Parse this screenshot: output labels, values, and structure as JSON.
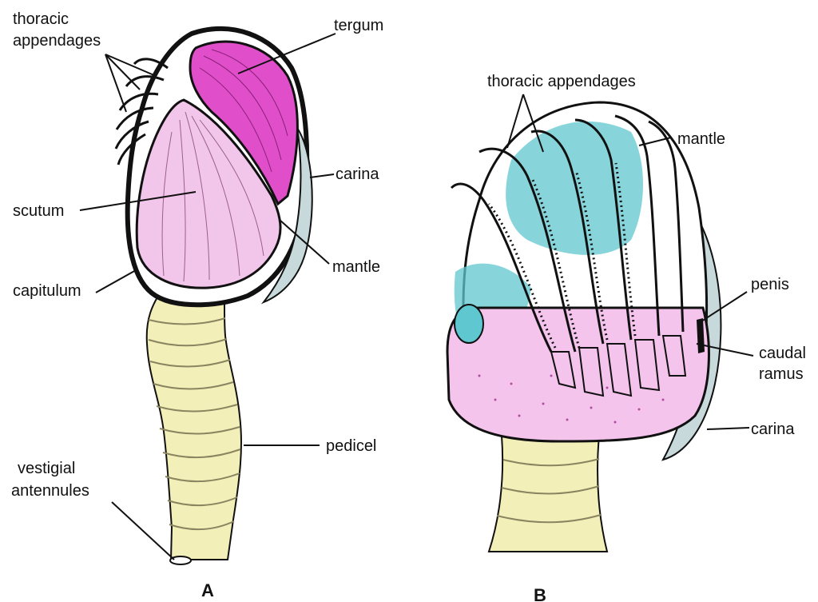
{
  "figure": {
    "panel_a": {
      "letter": "A",
      "labels": {
        "thoracic_appendages": [
          "thoracic",
          "appendages"
        ],
        "tergum": "tergum",
        "carina": "carina",
        "scutum": "scutum",
        "mantle": "mantle",
        "capitulum": "capitulum",
        "pedicel": "pedicel",
        "vestigial_antennules": [
          "vestigial",
          "antennules"
        ]
      }
    },
    "panel_b": {
      "letter": "B",
      "labels": {
        "thoracic_appendages": "thoracic appendages",
        "mantle": "mantle",
        "penis": "penis",
        "caudal_ramus": [
          "caudal",
          "ramus"
        ],
        "carina": "carina"
      }
    }
  },
  "colors": {
    "tergum": "#e04fc9",
    "scutum": "#f2c6ea",
    "pedicel": "#f3efb8",
    "mantle_blue": "#5fc7cf",
    "body_pink": "#f4c4ec",
    "outline": "#111111"
  }
}
